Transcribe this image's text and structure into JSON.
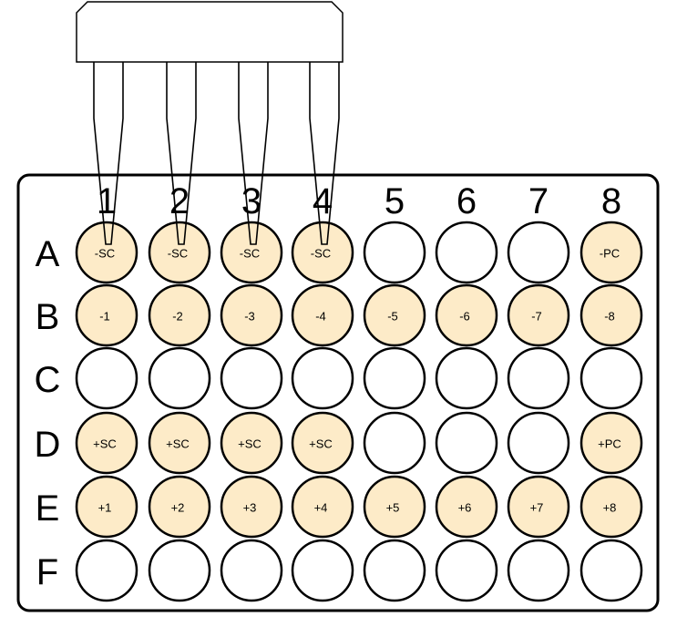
{
  "plate": {
    "column_labels": [
      "1",
      "2",
      "3",
      "4",
      "5",
      "6",
      "7",
      "8"
    ],
    "row_labels": [
      "A",
      "B",
      "C",
      "D",
      "E",
      "F"
    ],
    "wells": [
      [
        "-SC",
        "-SC",
        "-SC",
        "-SC",
        "",
        "",
        "",
        "-PC"
      ],
      [
        "-1",
        "-2",
        "-3",
        "-4",
        "-5",
        "-6",
        "-7",
        "-8"
      ],
      [
        "",
        "",
        "",
        "",
        "",
        "",
        "",
        ""
      ],
      [
        "+SC",
        "+SC",
        "+SC",
        "+SC",
        "",
        "",
        "",
        "+PC"
      ],
      [
        "+1",
        "+2",
        "+3",
        "+4",
        "+5",
        "+6",
        "+7",
        "+8"
      ],
      [
        "",
        "",
        "",
        "",
        "",
        "",
        "",
        ""
      ]
    ]
  },
  "pipette": {
    "channels": 4
  },
  "colors": {
    "filled_well": "#fdebc8",
    "empty_well": "#ffffff",
    "stroke": "#000000"
  }
}
